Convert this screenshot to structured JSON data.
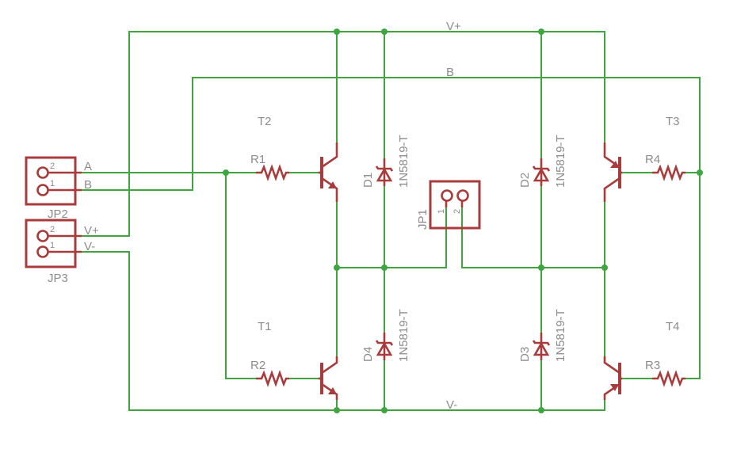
{
  "nets": {
    "vplus": "V+",
    "vminus": "V-",
    "b": "B"
  },
  "connectors": {
    "jp2": {
      "name": "JP2",
      "pin2": "2",
      "pin1": "1",
      "signal2": "A",
      "signal1": "B"
    },
    "jp3": {
      "name": "JP3",
      "pin2": "2",
      "pin1": "1",
      "signal2": "V+",
      "signal1": "V-"
    },
    "jp1": {
      "name": "JP1",
      "pin1": "1",
      "pin2": "2"
    }
  },
  "transistors": {
    "t1": "T1",
    "t2": "T2",
    "t3": "T3",
    "t4": "T4"
  },
  "resistors": {
    "r1": "R1",
    "r2": "R2",
    "r3": "R3",
    "r4": "R4"
  },
  "diodes": {
    "d1": {
      "name": "D1",
      "value": "1N5819-T"
    },
    "d2": {
      "name": "D2",
      "value": "1N5819-T"
    },
    "d3": {
      "name": "D3",
      "value": "1N5819-T"
    },
    "d4": {
      "name": "D4",
      "value": "1N5819-T"
    }
  }
}
